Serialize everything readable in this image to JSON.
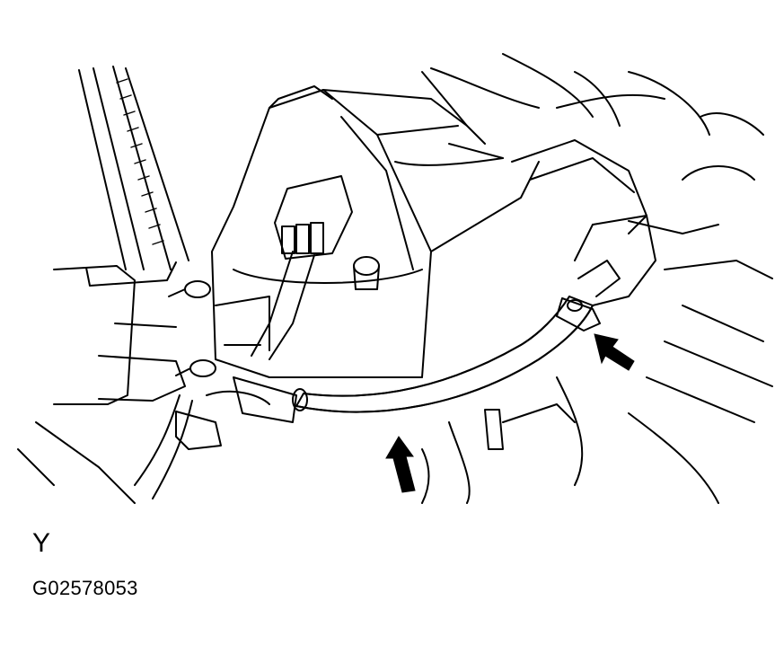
{
  "figure": {
    "view_label": "Y",
    "figure_id": "G02578053"
  },
  "illustration": {
    "arrow_count": 2,
    "line_color": "#000000",
    "background": "#ffffff"
  }
}
